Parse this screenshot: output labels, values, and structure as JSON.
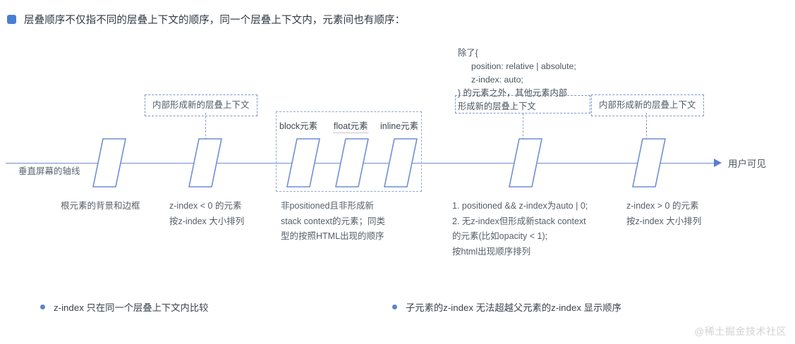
{
  "header": {
    "bullet_color": "#4a7fd4",
    "text": "层叠顺序不仅指不同的层叠上下文的顺序，同一个层叠上下文内，元素间也有顺序："
  },
  "axis": {
    "start_label": "垂直屏幕的轴线",
    "end_label": "用户可见",
    "line_color": "#6f8fd4"
  },
  "callouts": {
    "zindex_negative": "内部形成新的层叠上下文",
    "zindex_positive": "内部形成新的层叠上下文"
  },
  "code_note": {
    "line1": "除了{",
    "line2": "position: relative | absolute;",
    "line3": "z-index: auto;",
    "line4": "} 的元素之外，其他元素内部",
    "line5": "形成新的层叠上下文"
  },
  "group": {
    "labels": [
      {
        "text": "block元素",
        "underlined": false
      },
      {
        "text": "float元素",
        "underlined": true
      },
      {
        "text": "inline元素",
        "underlined": false
      }
    ]
  },
  "captions": {
    "root": "根元素的背景和边框",
    "negative": "z-index < 0 的元素\n按z-index 大小排列",
    "normal_flow": "非positioned且非形成新\nstack context的元素；同类\n型的按照HTML出现的顺序",
    "positioned": "1. positioned && z-index为auto | 0;\n2. 无z-index但形成新stack context\n的元素(比如opacity < 1);\n按html出现顺序排列",
    "positive": "z-index > 0 的元素\n按z-index 大小排列"
  },
  "bottom_notes": [
    "z-index  只在同一个层叠上下文内比较",
    "子元素的z-index 无法超越父元素的z-index 显示顺序"
  ],
  "watermark": "@稀土掘金技术社区"
}
